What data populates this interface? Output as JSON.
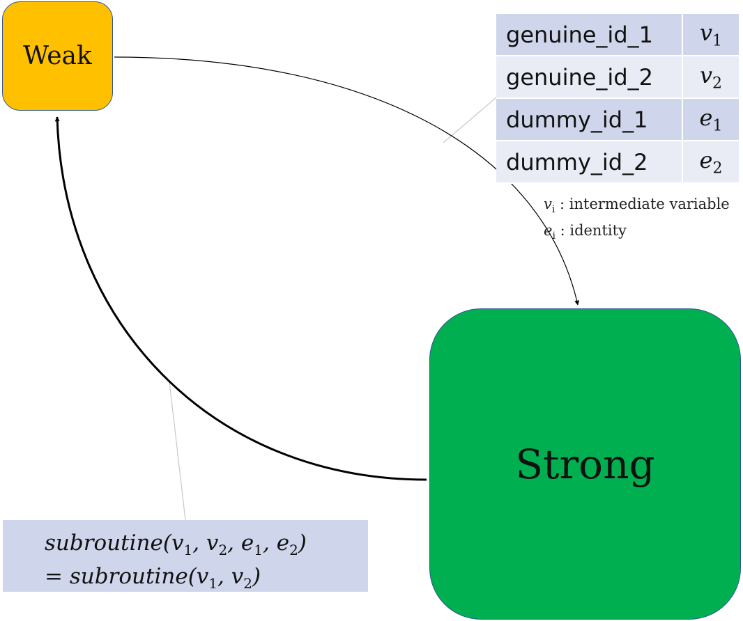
{
  "nodes": {
    "weak": {
      "label": "Weak",
      "color": "#FFC000"
    },
    "strong": {
      "label": "Strong",
      "color": "#00B050"
    }
  },
  "id_table": {
    "rows": [
      {
        "id": "genuine_id_1",
        "symbol": "v",
        "sub": "1"
      },
      {
        "id": "genuine_id_2",
        "symbol": "v",
        "sub": "2"
      },
      {
        "id": "dummy_id_1",
        "symbol": "e",
        "sub": "1"
      },
      {
        "id": "dummy_id_2",
        "symbol": "e",
        "sub": "2"
      }
    ]
  },
  "legend": {
    "items": [
      {
        "symbol": "v",
        "sub": "i",
        "text": " : intermediate variable"
      },
      {
        "symbol": "e",
        "sub": "i",
        "text": " : identity"
      }
    ]
  },
  "formula": {
    "line1": {
      "func": "subroutine(",
      "a1": "v",
      "a1_sub": "1",
      "sep1": ", ",
      "a2": "v",
      "a2_sub": "2",
      "sep2": ", ",
      "a3": "e",
      "a3_sub": "1",
      "sep3": ", ",
      "a4": "e",
      "a4_sub": "2",
      "close": ")"
    },
    "line2": {
      "eq": "= ",
      "func": "subroutine(",
      "a1": "v",
      "a1_sub": "1",
      "sep1": ", ",
      "a2": "v",
      "a2_sub": "2",
      "close": ")"
    }
  },
  "colors": {
    "table_row_dark": "#CFD5EA",
    "table_row_light": "#E9EBF5",
    "formula_box": "#CFD5EA",
    "node_border": "#2F5597"
  }
}
